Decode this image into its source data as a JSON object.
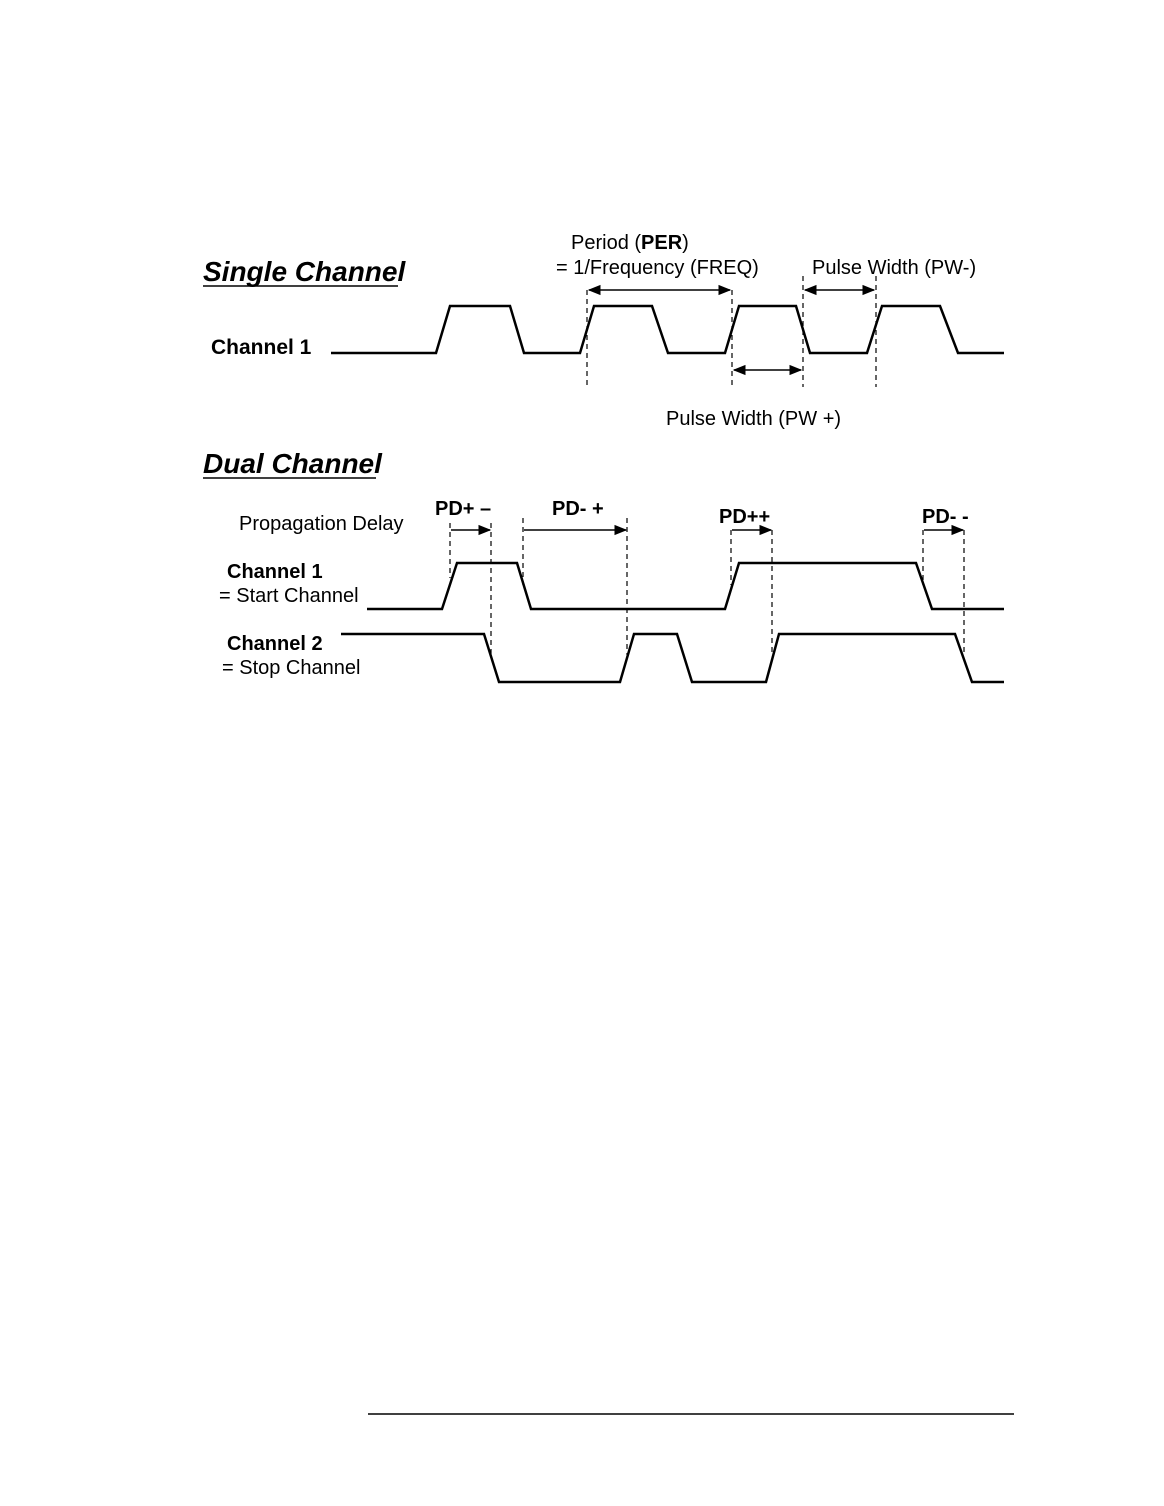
{
  "single": {
    "heading": "Single Channel",
    "channel_label": "Channel 1",
    "period_line1_prefix": "Period (",
    "period_line1_bold": "PER",
    "period_line1_suffix": ")",
    "period_line2": "= 1/Frequency (FREQ)",
    "pw_minus": "Pulse Width (PW-)",
    "pw_plus": "Pulse Width (PW +)"
  },
  "dual": {
    "heading": "Dual Channel",
    "propagation": "Propagation Delay",
    "ch1_label": "Channel 1",
    "ch1_sub": "= Start Channel",
    "ch2_label": "Channel 2",
    "ch2_sub": "= Stop Channel",
    "pd_pm": "PD+ –",
    "pd_mp": "PD- +",
    "pd_pp": "PD++",
    "pd_mm": "PD- -"
  }
}
